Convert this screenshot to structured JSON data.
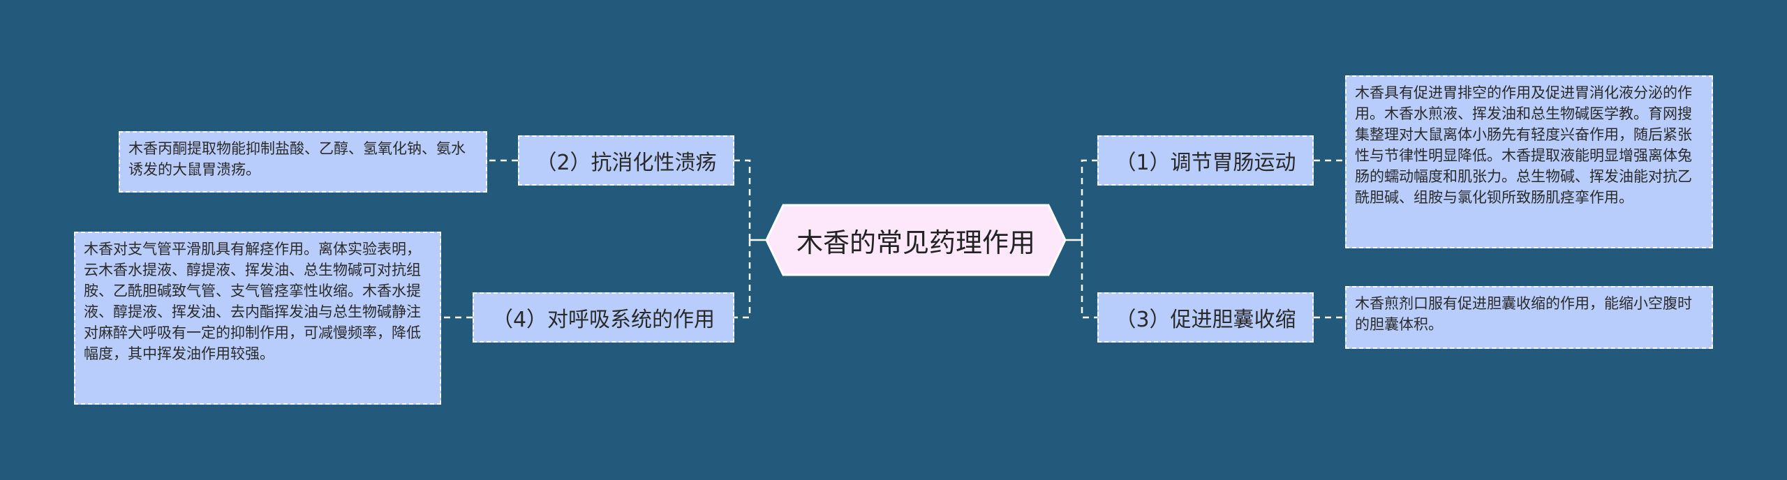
{
  "colors": {
    "background": "#235a7b",
    "center_fill": "#fde8fb",
    "node_fill": "#b8cdfb",
    "line": "#ffffff"
  },
  "central": {
    "title": "木香的常见药理作用"
  },
  "branches": [
    {
      "label": "（1）调节胃肠运动",
      "detail": "木香具有促进胃排空的作用及促进胃消化液分泌的作用。木香水煎液、挥发油和总生物碱医学教。育网搜集整理对大鼠离体小肠先有轻度兴奋作用，随后紧张性与节律性明显降低。木香提取液能明显增强离体兔肠的蠕动幅度和肌张力。总生物碱、挥发油能对抗乙酰胆碱、组胺与氯化钡所致肠肌痉挛作用。"
    },
    {
      "label": "（2）抗消化性溃疡",
      "detail": "木香丙酮提取物能抑制盐酸、乙醇、氢氧化钠、氨水诱发的大鼠胃溃疡。"
    },
    {
      "label": "（3）促进胆囊收缩",
      "detail": "木香煎剂口服有促进胆囊收缩的作用，能缩小空腹时的胆囊体积。"
    },
    {
      "label": "（4）对呼吸系统的作用",
      "detail": "木香对支气管平滑肌具有解痉作用。离体实验表明，云木香水提液、醇提液、挥发油、总生物碱可对抗组胺、乙酰胆碱致气管、支气管痉挛性收缩。木香水提液、醇提液、挥发油、去内酯挥发油与总生物碱静注对麻醉犬呼吸有一定的抑制作用，可减慢频率，降低幅度，其中挥发油作用较强。"
    }
  ]
}
